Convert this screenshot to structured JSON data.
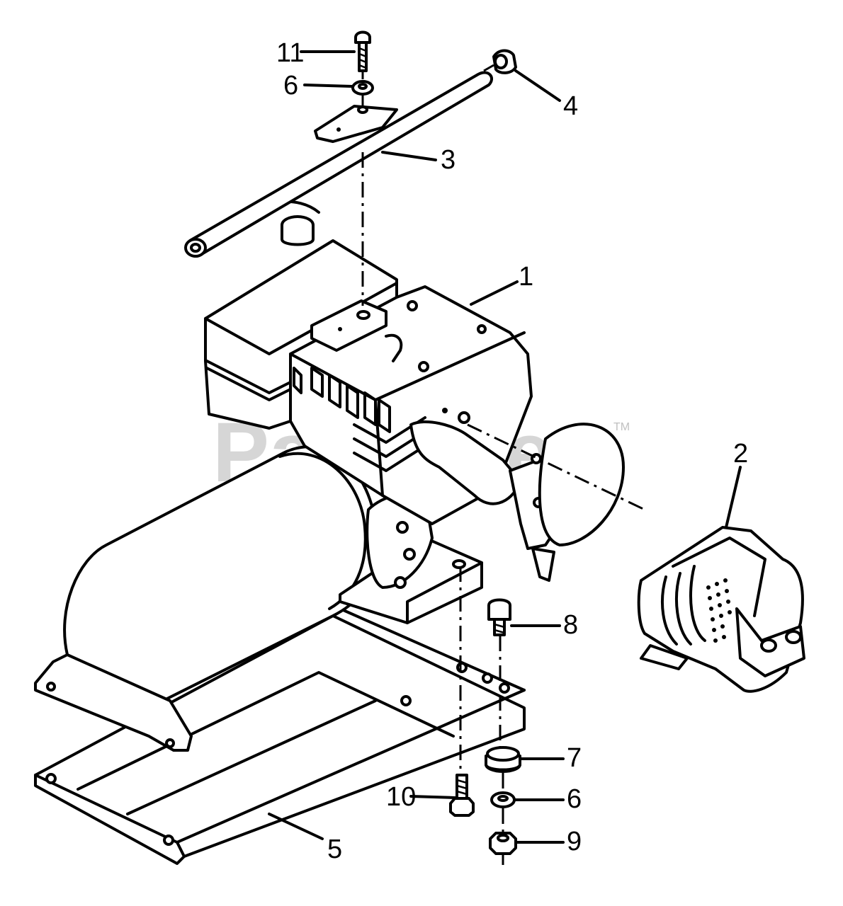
{
  "watermark": {
    "text": "PartsTree",
    "trademark": "TM"
  },
  "callouts": {
    "c1": "1",
    "c2": "2",
    "c3": "3",
    "c4": "4",
    "c5": "5",
    "c6a": "6",
    "c6b": "6",
    "c7": "7",
    "c8": "8",
    "c9": "9",
    "c10": "10",
    "c11": "11"
  }
}
